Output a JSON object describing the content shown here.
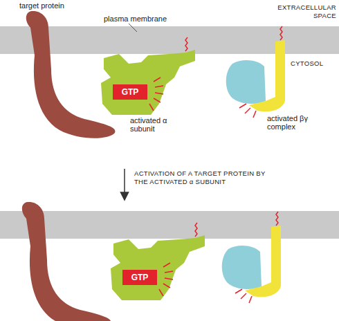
{
  "diagram": {
    "nodes": [
      {
        "text": [
          "GTP"
        ]
      },
      {
        "text": [
          "GTP"
        ]
      }
    ],
    "labels": [
      "target protein",
      "plasma membrane",
      "EXTRACELLULAR SPACE",
      "CYTOSOL",
      "activated α subunit",
      "activated βγ complex",
      "ACTIVATION OF A TARGET PROTEIN BY THE ACTIVATED α SUBUNIT"
    ]
  }
}
